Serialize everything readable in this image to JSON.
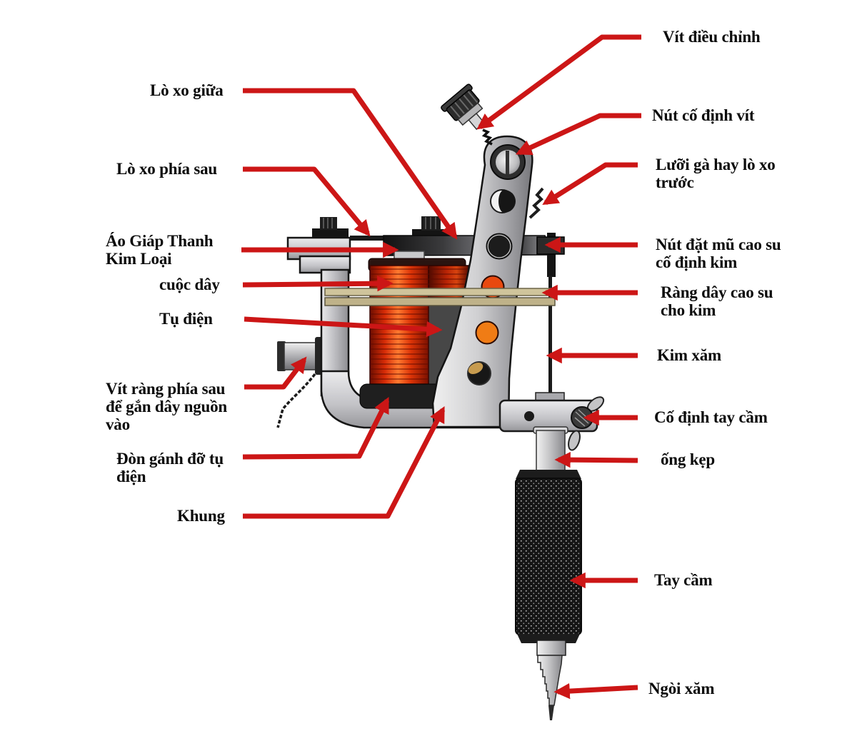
{
  "figure": {
    "name": "Tattoo machine parts diagram",
    "language": "Vietnamese",
    "background": "#ffffff",
    "colors": {
      "leader_line": "#cc1616",
      "text": "#0b0b0b",
      "coil_red": "#e23007",
      "coil_highlight": "#ff7a30",
      "frame_gray": "#c6c6c8",
      "rubber_band_tan": "#cfc49b",
      "grip_black": "#161616"
    },
    "labels": {
      "vit_dieu_chinh": "Vít điều chỉnh",
      "lo_xo_giua": "Lò xo giữa",
      "nut_co_dinh_vit": "Nút cố định vít",
      "lo_xo_phia_sau": "Lò xo phía sau",
      "luoi_ga": "Lưỡi gà hay lò xo\ntrước",
      "ao_giap": "Áo Giáp Thanh\nKim Loại",
      "nut_dat_mu": "Nút đặt mũ cao su\ncố định kim",
      "cuoc_day": "cuộc dây",
      "rang_day": "Ràng dây cao su\ncho kim",
      "tu_dien": "Tụ điện",
      "kim_xam": "Kim xăm",
      "vit_rang": "Vít ràng phía sau\nđể gắn dây nguồn\nvào",
      "co_dinh_tay_cam": "Cố định tay cầm",
      "don_ganh": "Đòn gánh đỡ tụ\nđiện",
      "ong_kep": "ống kẹp",
      "khung": "Khung",
      "tay_cam": "Tay cầm",
      "ngoi_xam": "Ngòi xăm"
    }
  }
}
